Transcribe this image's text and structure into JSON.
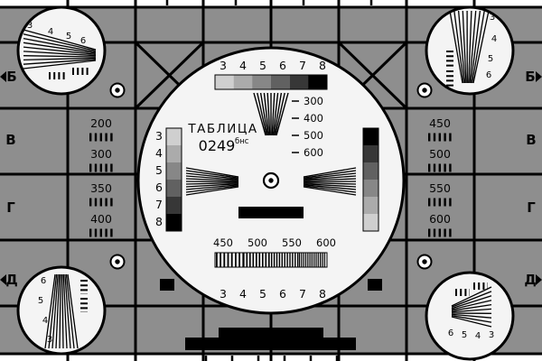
{
  "colors": {
    "background": "#8e8e8e",
    "grid_line": "#000000",
    "card_white": "#f4f4f4",
    "edge_strip": "#ffffff",
    "ink": "#000000"
  },
  "row_letters": [
    "Б",
    "В",
    "Г",
    "Д"
  ],
  "panels": {
    "left_numbers": [
      "200",
      "300",
      "350",
      "400"
    ],
    "right_numbers": [
      "450",
      "500",
      "550",
      "600"
    ]
  },
  "circle": {
    "title": "ТАБЛИЦА",
    "code": "0249",
    "code_sup": "бнс",
    "top_digits": [
      "3",
      "4",
      "5",
      "6",
      "7",
      "8"
    ],
    "left_digits": [
      "3",
      "4",
      "5",
      "6",
      "7",
      "8"
    ],
    "scale_labels": [
      "300",
      "400",
      "500",
      "600"
    ],
    "mid_numbers": [
      "450",
      "500",
      "550",
      "600"
    ],
    "bottom_digits": [
      "3",
      "4",
      "5",
      "6",
      "7",
      "8"
    ],
    "gray_steps_top": [
      "#cfcfcf",
      "#ababab",
      "#878787",
      "#616161",
      "#373737",
      "#000000"
    ],
    "gray_steps_left": [
      "#cfcfcf",
      "#ababab",
      "#878787",
      "#616161",
      "#373737",
      "#000000"
    ],
    "gray_steps_right": [
      "#000000",
      "#373737",
      "#616161",
      "#878787",
      "#ababab",
      "#cfcfcf"
    ]
  },
  "corners": {
    "top_left": [
      "3",
      "4",
      "5",
      "6"
    ],
    "top_right": [
      "3",
      "4",
      "5",
      "6"
    ],
    "bottom_left": [
      "6",
      "5",
      "4",
      "3"
    ],
    "bottom_right": [
      "6",
      "5",
      "4",
      "3"
    ]
  }
}
